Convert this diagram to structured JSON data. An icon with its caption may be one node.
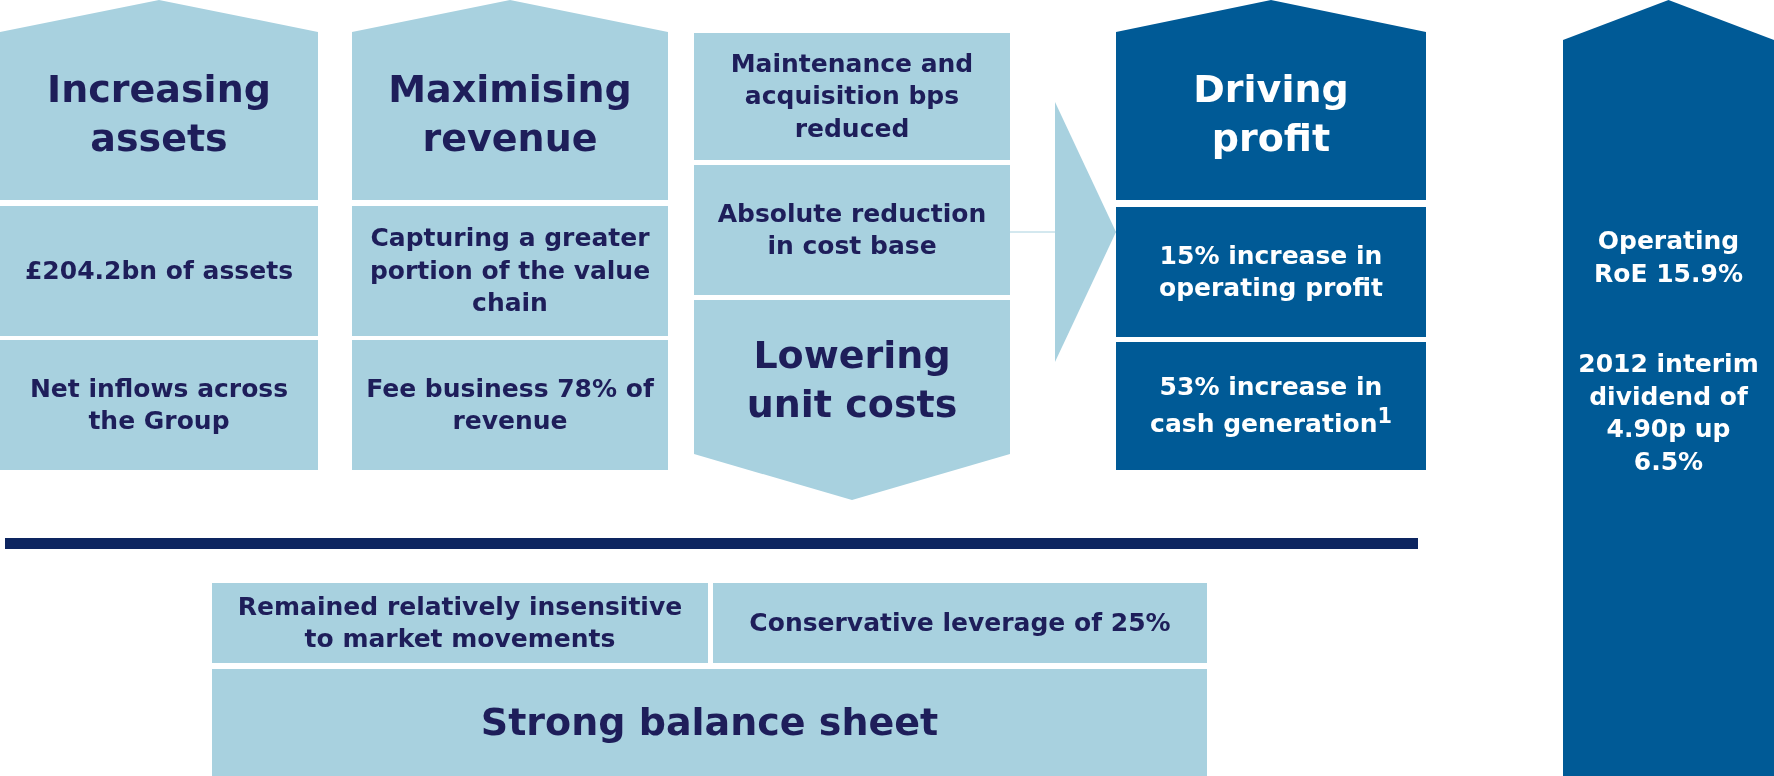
{
  "diagram": {
    "nodes": [
      {
        "text": [
          "Increasing assets"
        ]
      },
      {
        "text": [
          "£204.2bn of assets"
        ]
      },
      {
        "text": [
          "Net inflows across the Group"
        ]
      },
      {
        "text": [
          "Maximising revenue"
        ]
      },
      {
        "text": [
          "Capturing a greater portion of the value chain"
        ]
      },
      {
        "text": [
          "Fee business 78% of revenue"
        ]
      },
      {
        "text": [
          "Maintenance and acquisition bps reduced"
        ]
      },
      {
        "text": [
          "Absolute reduction in cost base"
        ]
      },
      {
        "text": [
          "Lowering unit costs"
        ]
      },
      {
        "text": [
          "Driving profit"
        ]
      },
      {
        "text": [
          "15% increase in operating profit"
        ]
      },
      {
        "text": [
          "53% increase in cash generation$^{1}$"
        ]
      },
      {
        "text": [
          "Operating RoE 15.9%",
          "2012 interim dividend of 4.90p up 6.5%"
        ]
      },
      {
        "text": [
          "Remained relatively insensitive to market movements"
        ]
      },
      {
        "text": [
          "Conservative leverage of 25%"
        ]
      },
      {
        "text": [
          "Strong balance sheet"
        ]
      }
    ],
    "edges": [
      {
        "from": 7,
        "to": 10,
        "arrow": "to"
      }
    ]
  }
}
